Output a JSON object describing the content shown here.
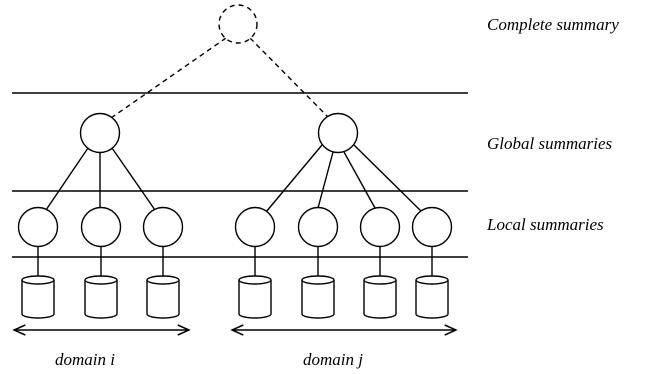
{
  "levels": {
    "complete": "Complete summary",
    "global": "Global summaries",
    "local": "Local summaries"
  },
  "domains": {
    "i": "domain i",
    "j": "domain j"
  }
}
